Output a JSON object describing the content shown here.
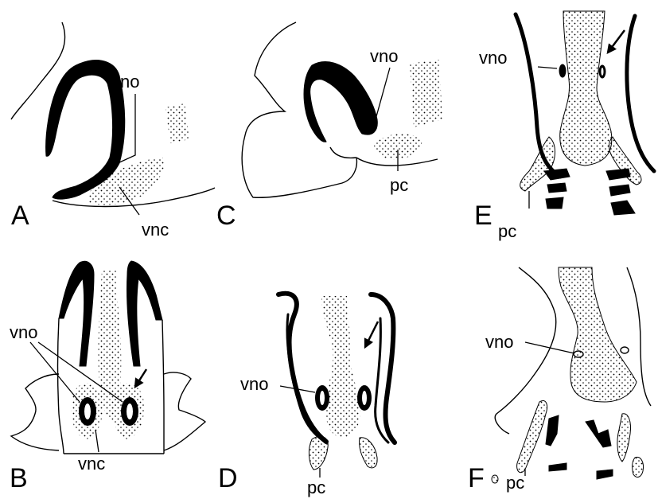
{
  "panels": [
    {
      "letter": "A",
      "labels": [
        "vno",
        "vnc"
      ]
    },
    {
      "letter": "B",
      "labels": [
        "vno",
        "vnc"
      ]
    },
    {
      "letter": "C",
      "labels": [
        "vno",
        "pc"
      ]
    },
    {
      "letter": "D",
      "labels": [
        "vno",
        "pc"
      ]
    },
    {
      "letter": "E",
      "labels": [
        "vno",
        "pc"
      ]
    },
    {
      "letter": "F",
      "labels": [
        "vno",
        "pc"
      ]
    }
  ]
}
